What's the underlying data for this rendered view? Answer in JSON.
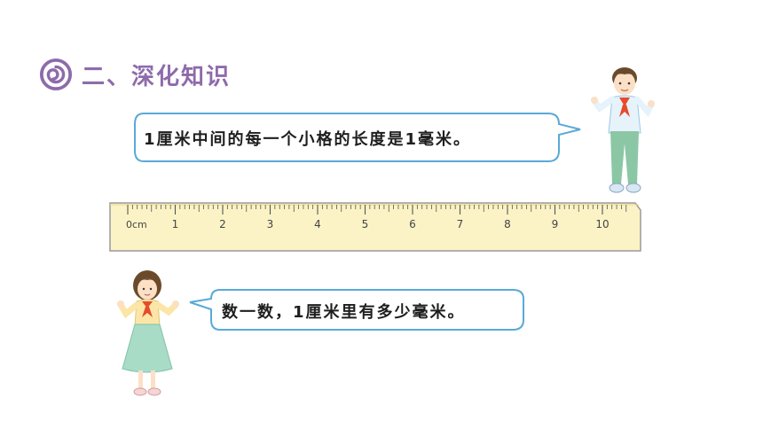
{
  "section": {
    "title": "二、深化知识",
    "icon": "spiral-icon",
    "color": "#8e6bab"
  },
  "boy_bubble": {
    "text": "1厘米中间的每一个小格的长度是1毫米。"
  },
  "girl_bubble": {
    "text": "数一数，1厘米里有多少毫米。"
  },
  "ruler": {
    "unit_label": "0cm",
    "numbers": [
      "1",
      "2",
      "3",
      "4",
      "5",
      "6",
      "7",
      "8",
      "9",
      "10"
    ],
    "fill_color": "#fbf3c6",
    "border_color": "#9a9a9a",
    "bubble_border_color": "#5aa9d6"
  }
}
